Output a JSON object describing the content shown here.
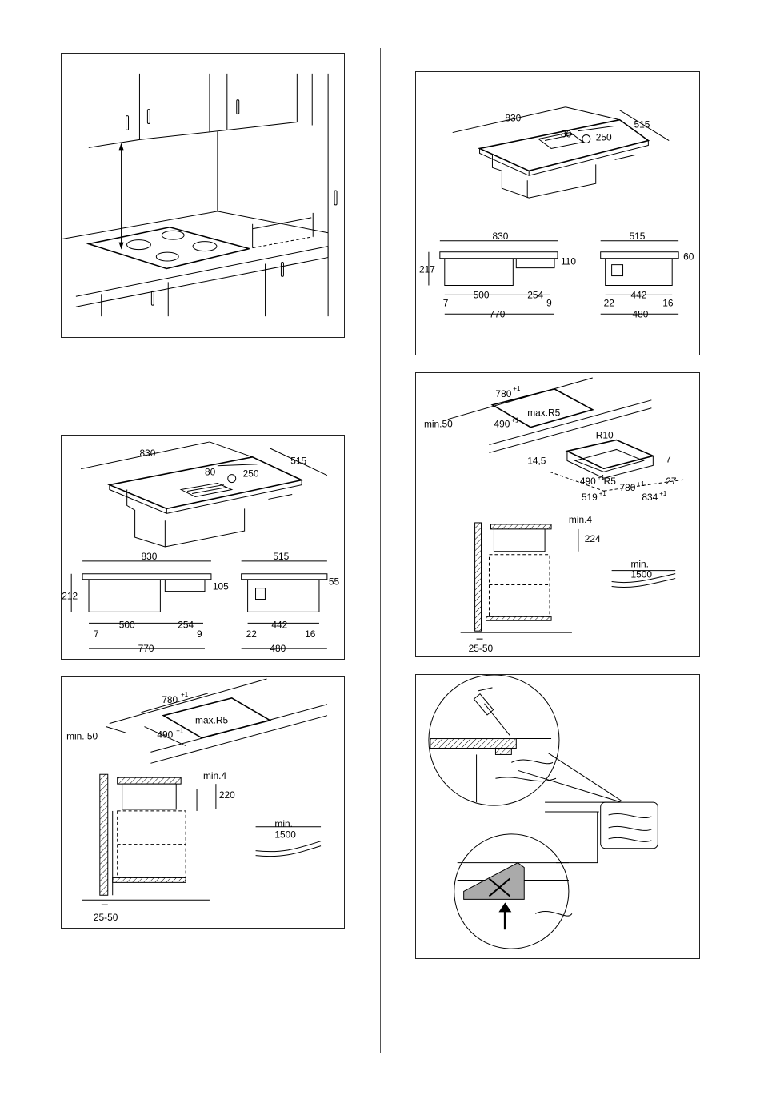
{
  "panels": {
    "kitchen": {},
    "dims_small": {
      "iso": {
        "length": "830",
        "depth": "515",
        "offset": "80",
        "width": "250"
      },
      "front": {
        "width": "830",
        "height": "212",
        "recess": "105",
        "left": "7",
        "a": "500",
        "b": "254",
        "right": "9",
        "total": "770"
      },
      "side": {
        "width": "515",
        "top": "55",
        "left": "22",
        "mid": "442",
        "right": "16",
        "total": "480"
      }
    },
    "dims_large": {
      "iso": {
        "length": "830",
        "depth": "515",
        "offset": "80",
        "width": "250"
      },
      "front": {
        "width": "830",
        "height": "217",
        "recess": "110",
        "left": "7",
        "a": "500",
        "b": "254",
        "right": "9",
        "total": "770"
      },
      "side": {
        "width": "515",
        "top": "60",
        "left": "22",
        "mid": "442",
        "right": "16",
        "total": "480"
      }
    },
    "cutout_left": {
      "length": "780",
      "length_tol": "+1",
      "corner": "max.R5",
      "depth": "490",
      "depth_tol": "+1",
      "edge": "min. 50",
      "gap": "min.4",
      "depth_under": "220",
      "wall": "25-50",
      "cable_min": "min.",
      "cable_len": "1500"
    },
    "cutout_right": {
      "length": "780",
      "length_tol": "+1",
      "corner": "max.R5",
      "depth": "490",
      "depth_tol": "+1",
      "edge": "min.50",
      "gap": "min.4",
      "depth_under": "224",
      "wall": "25-50",
      "cable_min": "min.",
      "cable_len": "1500",
      "flush": {
        "radius_outer": "R10",
        "lip": "7",
        "offset": "14,5",
        "inner_depth": "490",
        "inner_depth_tol": "+1",
        "inner_radius": "R5",
        "inner_len": "780",
        "inner_len_tol": "+1",
        "edge": "27",
        "outer_depth": "519",
        "outer_depth_tol": "+1",
        "outer_len": "834",
        "outer_len_tol": "+1"
      }
    },
    "sealant": {}
  }
}
